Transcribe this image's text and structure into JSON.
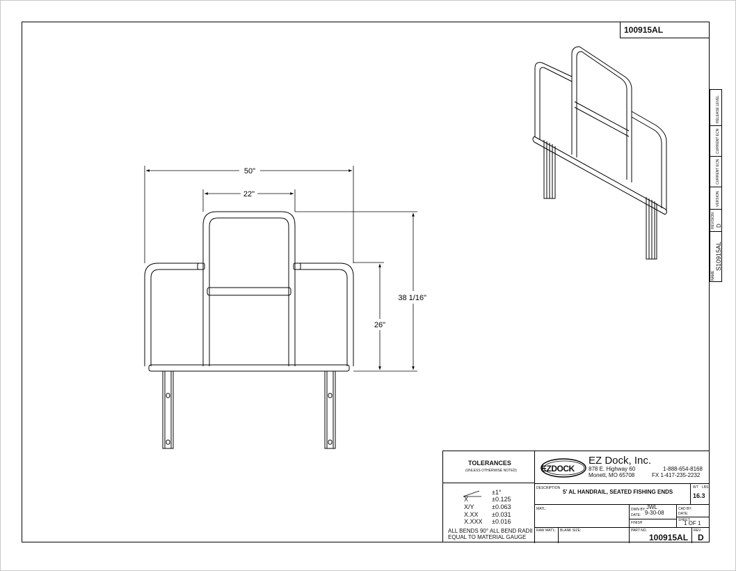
{
  "part_number_top": "100915AL",
  "side_tab": {
    "release_level": "RELEASE LEVEL",
    "current_ecn_1": "CURRENT ECN",
    "current_ecn_2": "CURRENT ECN",
    "version": "VERSION",
    "revision_label": "REVISION",
    "revision_value": "D",
    "name_label": "NAME",
    "name_value": "S10915AL"
  },
  "dimensions": {
    "overall_width": "50\"",
    "top_width": "22\"",
    "overall_height": "38 1/16\"",
    "side_height": "26\""
  },
  "tolerances": {
    "title": "TOLERANCES",
    "subtitle": "(UNLESS OTHERWISE NOTED)",
    "angle_value": "±1°",
    "rows": [
      {
        "label": "X",
        "value": "±0.125"
      },
      {
        "label": "X/Y",
        "value": "±0.063"
      },
      {
        "label": "X.XX",
        "value": "±0.031"
      },
      {
        "label": "X.XXX",
        "value": "±0.016"
      }
    ],
    "note_line1": "ALL BENDS 90°   ALL BEND RADII",
    "note_line2": "EQUAL TO MATERIAL GAUGE"
  },
  "company": {
    "logo": "EZDOCK",
    "name": "EZ Dock, Inc.",
    "address1": "878 E. Highway 60",
    "address2": "Monett, MO 65708",
    "phone": "1-888-654-8168",
    "fax": "FX  1-417-235-2232"
  },
  "title_block": {
    "description_label": "DESCRIPTION",
    "description": "5' AL HANDRAIL, SEATED FISHING ENDS",
    "wt_label": "WT",
    "lbs_label": "LBS",
    "weight": "16.3",
    "matl_label": "MATL:",
    "dwn_by_label": "DWN BY:",
    "dwn_by": "JWL",
    "date_label": "DATE:",
    "date": "9-30-08",
    "cad_by_label": "CAD BY:",
    "cad_date_label": "DATE:",
    "finish_label": "FINISH",
    "sheet_label": "SHEET:",
    "sheet": "1 OF 1",
    "raw_matl_label": "RAW MAT'L:",
    "blank_size_label": "BLANK SIZE:",
    "part_no_label": "PART NO.",
    "part_no": "100915AL",
    "rev_label": "REV.",
    "rev": "D"
  }
}
